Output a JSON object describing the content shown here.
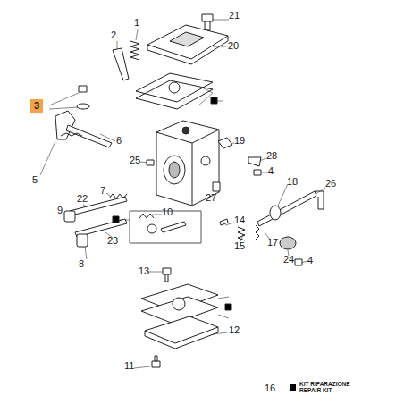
{
  "diagram": {
    "nodes": [
      {
        "text": [
          "3"
        ]
      }
    ],
    "labels": [
      "21",
      "1",
      "2",
      "20",
      "6",
      "19",
      "28",
      "25",
      "4",
      "5",
      "18",
      "26",
      "7",
      "27",
      "22",
      "9",
      "10",
      "14",
      "23",
      "15",
      "17",
      "8",
      "24",
      "4",
      "13",
      "12",
      "11",
      "16"
    ],
    "legend": [
      {
        "text": "KIT RIPARAZIONE REPAIR KIT",
        "color": "#000000"
      }
    ]
  }
}
